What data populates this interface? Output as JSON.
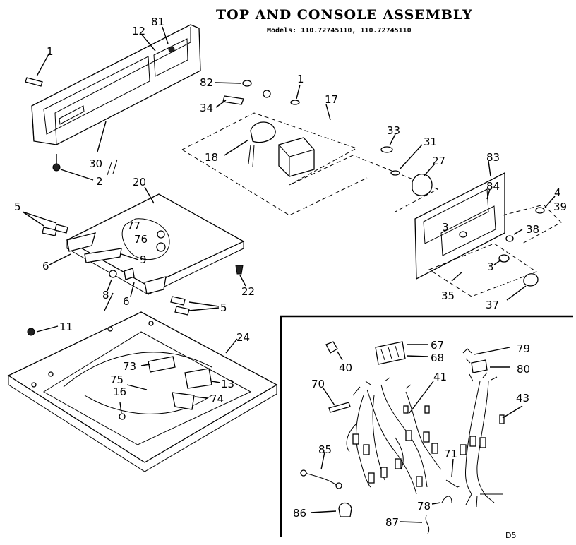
{
  "header": {
    "title": "TOP AND CONSOLE ASSEMBLY",
    "models": "Models: 110.72745110, 110.72745110"
  },
  "footer": {
    "code": "D5"
  },
  "labels": {
    "p1a": "1",
    "p12": "12",
    "p81": "81",
    "p82": "82",
    "p1b": "1",
    "p34": "34",
    "p17": "17",
    "p33": "33",
    "p31": "31",
    "p27": "27",
    "p83": "83",
    "p84": "84",
    "p4": "4",
    "p39": "39",
    "p38": "38",
    "p3a": "3",
    "p3b": "3",
    "p35": "35",
    "p37": "37",
    "p18": "18",
    "p30": "30",
    "p2": "2",
    "p20": "20",
    "p5a": "5",
    "p77": "77",
    "p76": "76",
    "p6a": "6",
    "p9": "9",
    "p8": "8",
    "p6b": "6",
    "p5b": "5",
    "p22": "22",
    "p11": "11",
    "p24": "24",
    "p73": "73",
    "p13": "13",
    "p75": "75",
    "p74": "74",
    "p16": "16",
    "p67": "67",
    "p68": "68",
    "p40": "40",
    "p79": "79",
    "p80": "80",
    "p70": "70",
    "p41": "41",
    "p43": "43",
    "p85": "85",
    "p71": "71",
    "p78": "78",
    "p86": "86",
    "p87": "87"
  }
}
